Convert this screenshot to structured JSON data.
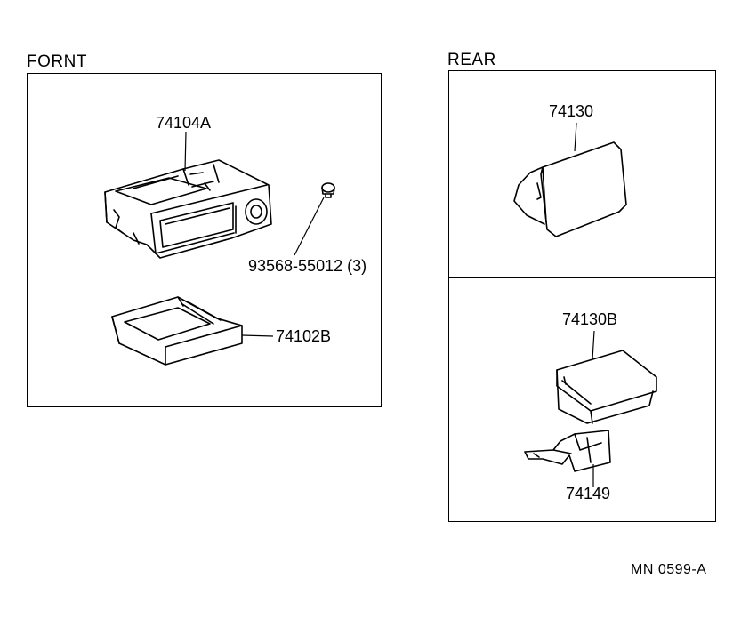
{
  "front": {
    "title": "FORNT",
    "parts": {
      "holder": "74104A",
      "screw": "93568-55012 (3)",
      "tray": "74102B"
    }
  },
  "rear": {
    "title": "REAR",
    "parts": {
      "lid": "74130",
      "box": "74130B",
      "bracket": "74149"
    }
  },
  "footer": {
    "code": "MN  0599-A"
  }
}
